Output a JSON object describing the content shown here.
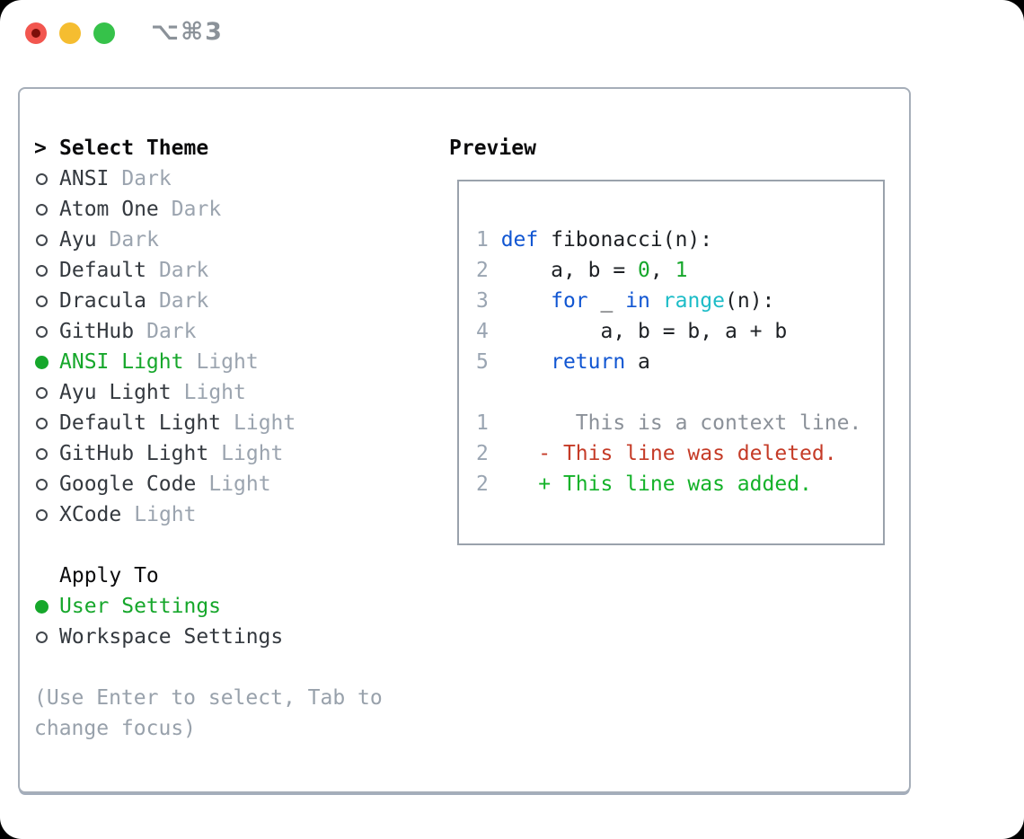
{
  "titlebar": {
    "shortcut": "⌥⌘3"
  },
  "theme_panel": {
    "header_prefix": ">",
    "header": "Select Theme",
    "items": [
      {
        "name": "ANSI",
        "tag": "Dark",
        "selected": false
      },
      {
        "name": "Atom One",
        "tag": "Dark",
        "selected": false
      },
      {
        "name": "Ayu",
        "tag": "Dark",
        "selected": false
      },
      {
        "name": "Default",
        "tag": "Dark",
        "selected": false
      },
      {
        "name": "Dracula",
        "tag": "Dark",
        "selected": false
      },
      {
        "name": "GitHub",
        "tag": "Dark",
        "selected": false
      },
      {
        "name": "ANSI Light",
        "tag": "Light",
        "selected": true
      },
      {
        "name": "Ayu Light",
        "tag": "Light",
        "selected": false
      },
      {
        "name": "Default Light",
        "tag": "Light",
        "selected": false
      },
      {
        "name": "GitHub Light",
        "tag": "Light",
        "selected": false
      },
      {
        "name": "Google Code",
        "tag": "Light",
        "selected": false
      },
      {
        "name": "XCode",
        "tag": "Light",
        "selected": false
      }
    ],
    "apply_to": {
      "header": "Apply To",
      "options": [
        {
          "label": "User Settings",
          "selected": true
        },
        {
          "label": "Workspace Settings",
          "selected": false
        }
      ]
    },
    "help": "(Use Enter to select, Tab to change focus)"
  },
  "preview": {
    "header": "Preview",
    "lines": [
      {
        "segments": [
          {
            "t": "1 ",
            "c": "ln"
          },
          {
            "t": "def",
            "c": "kw"
          },
          {
            "t": " fibonacci(n):",
            "c": "pl"
          }
        ]
      },
      {
        "segments": [
          {
            "t": "2 ",
            "c": "ln"
          },
          {
            "t": "    a, b = ",
            "c": "pl"
          },
          {
            "t": "0",
            "c": "num"
          },
          {
            "t": ", ",
            "c": "pl"
          },
          {
            "t": "1",
            "c": "num"
          }
        ]
      },
      {
        "segments": [
          {
            "t": "3 ",
            "c": "ln"
          },
          {
            "t": "    ",
            "c": "pl"
          },
          {
            "t": "for",
            "c": "kw"
          },
          {
            "t": " _ ",
            "c": "pl"
          },
          {
            "t": "in",
            "c": "kw"
          },
          {
            "t": " ",
            "c": "pl"
          },
          {
            "t": "range",
            "c": "bi"
          },
          {
            "t": "(n):",
            "c": "pl"
          }
        ]
      },
      {
        "segments": [
          {
            "t": "4 ",
            "c": "ln"
          },
          {
            "t": "        a, b = b, a + b",
            "c": "pl"
          }
        ]
      },
      {
        "segments": [
          {
            "t": "5 ",
            "c": "ln"
          },
          {
            "t": "    ",
            "c": "pl"
          },
          {
            "t": "return",
            "c": "kw"
          },
          {
            "t": " a",
            "c": "pl"
          }
        ]
      },
      {
        "segments": []
      },
      {
        "segments": [
          {
            "t": "1 ",
            "c": "ln"
          },
          {
            "t": "      This is a context line.",
            "c": "ctx"
          }
        ]
      },
      {
        "segments": [
          {
            "t": "2 ",
            "c": "ln"
          },
          {
            "t": "   - This line was deleted.",
            "c": "del"
          }
        ]
      },
      {
        "segments": [
          {
            "t": "2 ",
            "c": "ln"
          },
          {
            "t": "   + This line was added.",
            "c": "add"
          }
        ]
      }
    ]
  },
  "colors": {
    "selected_green": "#16a72b",
    "keyword_blue": "#1156d2",
    "builtin_cyan": "#1cbcc7",
    "number_green": "#16a72b",
    "deleted_red": "#c53b27",
    "added_green": "#14b229",
    "muted_gray": "#9ba4af",
    "line_number_gray": "#9aa5b2",
    "border_gray": "#a6aeb9",
    "traffic_red": "#f2564f",
    "traffic_yellow": "#f5bd30",
    "traffic_green": "#36c24a"
  }
}
